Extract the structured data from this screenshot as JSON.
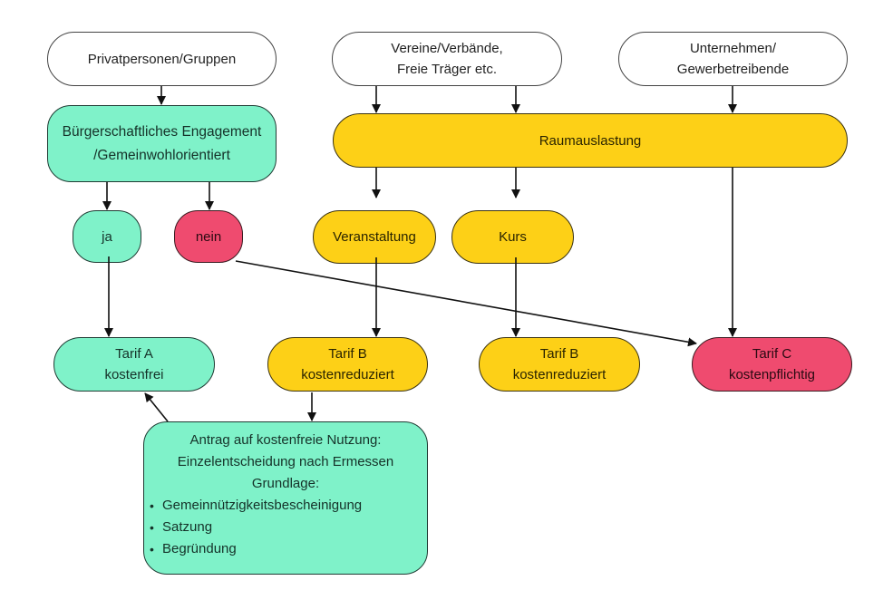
{
  "colors": {
    "white": "#ffffff",
    "mint": "#7ff2c9",
    "yellow": "#fdd017",
    "pink": "#ef4b6f",
    "stroke": "#222222"
  },
  "nodes": {
    "privatpersonen": {
      "lines": [
        "Privatpersonen/Gruppen"
      ]
    },
    "vereine": {
      "lines": [
        "Vereine/Verbände,",
        "Freie Träger etc."
      ]
    },
    "unternehmen": {
      "lines": [
        "Unternehmen/",
        "Gewerbetreibende"
      ]
    },
    "engagement": {
      "lines": [
        "Bürgerschaftliches Engagement",
        "/Gemeinwohlorientiert"
      ]
    },
    "raumauslastung": {
      "lines": [
        "Raumauslastung"
      ]
    },
    "ja": {
      "lines": [
        "ja"
      ]
    },
    "nein": {
      "lines": [
        "nein"
      ]
    },
    "veranstaltung": {
      "lines": [
        "Veranstaltung"
      ]
    },
    "kurs": {
      "lines": [
        "Kurs"
      ]
    },
    "tarif_a": {
      "lines": [
        "Tarif A",
        "kostenfrei"
      ]
    },
    "tarif_b_veranstaltung": {
      "lines": [
        "Tarif B",
        "kostenreduziert"
      ]
    },
    "tarif_b_kurs": {
      "lines": [
        "Tarif B",
        "kostenreduziert"
      ]
    },
    "tarif_c": {
      "lines": [
        "Tarif C",
        "kostenpflichtig"
      ]
    },
    "antrag": {
      "lines": [
        "Antrag auf kostenfreie Nutzung:",
        "Einzelentscheidung nach Ermessen",
        "Grundlage:"
      ],
      "bullets": [
        "Gemeinnützigkeitsbescheinigung",
        "Satzung",
        "Begründung"
      ],
      "bullet_glyph": "•"
    }
  },
  "edges": [
    {
      "from": "privatpersonen",
      "to": "engagement"
    },
    {
      "from": "vereine",
      "to": "raumauslastung"
    },
    {
      "from": "vereine",
      "to": "raumauslastung"
    },
    {
      "from": "unternehmen",
      "to": "raumauslastung"
    },
    {
      "from": "engagement",
      "to": "ja"
    },
    {
      "from": "engagement",
      "to": "nein"
    },
    {
      "from": "raumauslastung",
      "to": "veranstaltung"
    },
    {
      "from": "raumauslastung",
      "to": "kurs"
    },
    {
      "from": "raumauslastung",
      "to": "tarif_c"
    },
    {
      "from": "ja",
      "to": "tarif_a"
    },
    {
      "from": "nein",
      "to": "tarif_c"
    },
    {
      "from": "veranstaltung",
      "to": "tarif_b_veranstaltung"
    },
    {
      "from": "kurs",
      "to": "tarif_b_kurs"
    },
    {
      "from": "tarif_b_veranstaltung",
      "to": "antrag"
    },
    {
      "from": "antrag",
      "to": "tarif_a"
    }
  ]
}
